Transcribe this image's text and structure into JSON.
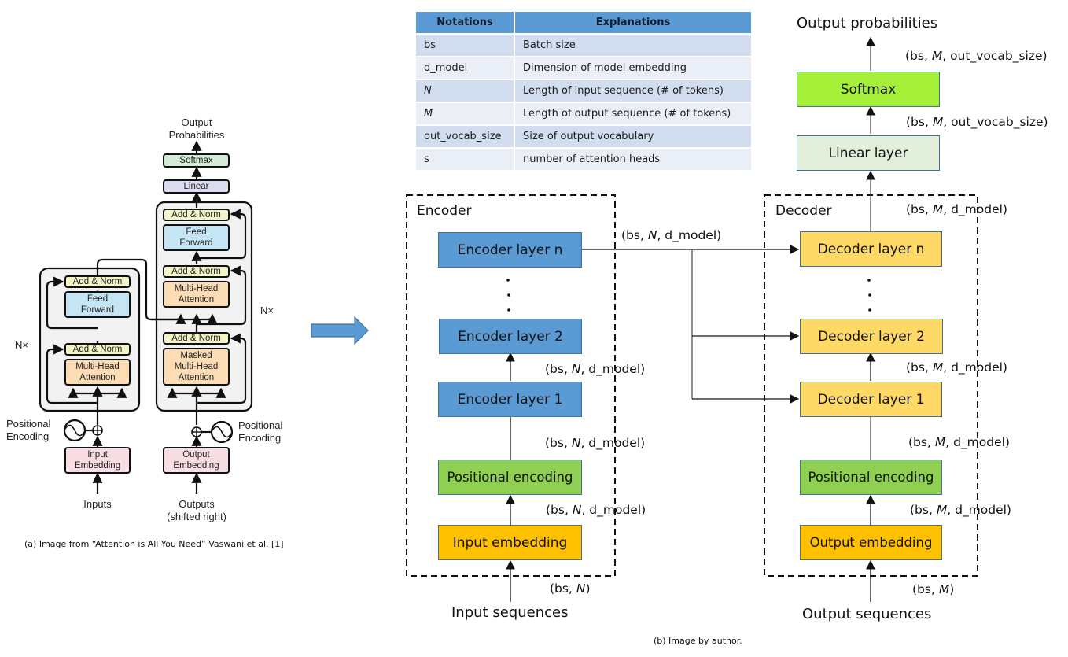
{
  "figure_a": {
    "caption": "(a) Image from “Attention is All You Need” Vaswani et al. [1]",
    "output_label_line1": "Output",
    "output_label_line2": "Probabilities",
    "softmax": "Softmax",
    "linear": "Linear",
    "add_norm": "Add & Norm",
    "feed_forward_line1": "Feed",
    "feed_forward_line2": "Forward",
    "multi_head_line1": "Multi-Head",
    "multi_head_line2": "Attention",
    "masked_line1": "Masked",
    "masked_line2": "Multi-Head",
    "masked_line3": "Attention",
    "nx": "N×",
    "positional_line1": "Positional",
    "positional_line2": "Encoding",
    "input_embedding_line1": "Input",
    "input_embedding_line2": "Embedding",
    "output_embedding_line1": "Output",
    "output_embedding_line2": "Embedding",
    "inputs": "Inputs",
    "outputs_line1": "Outputs",
    "outputs_line2": "(shifted right)",
    "colors": {
      "softmax": "#d4ebd6",
      "linear": "#dcdcf0",
      "add_norm": "#f3f5c8",
      "feed_forward": "#c5e5f5",
      "attention": "#fbdcb4",
      "embedding": "#f8dde2",
      "stack_bg": "#f2f2f2"
    }
  },
  "arrow_icon": "right-arrow",
  "notation_table": {
    "headers": [
      "Notations",
      "Explanations"
    ],
    "rows": [
      {
        "notation": "bs",
        "italic": false,
        "explanation": "Batch size"
      },
      {
        "notation": "d_model",
        "italic": false,
        "explanation": "Dimension of model embedding"
      },
      {
        "notation": "N",
        "italic": true,
        "explanation": "Length of input sequence (# of tokens)"
      },
      {
        "notation": "M",
        "italic": true,
        "explanation": "Length of output sequence (# of tokens)"
      },
      {
        "notation": "out_vocab_size",
        "italic": false,
        "explanation": "Size of output vocabulary"
      },
      {
        "notation": "s",
        "italic": false,
        "explanation": "number of attention heads"
      }
    ]
  },
  "figure_b": {
    "caption": "(b) Image by author.",
    "encoder_title": "Encoder",
    "decoder_title": "Decoder",
    "encoder_layers": [
      "Encoder layer n",
      "Encoder layer 2",
      "Encoder layer 1"
    ],
    "decoder_layers": [
      "Decoder layer n",
      "Decoder layer 2",
      "Decoder layer 1"
    ],
    "positional_encoding": "Positional encoding",
    "input_embedding": "Input embedding",
    "output_embedding": "Output embedding",
    "input_sequences": "Input sequences",
    "output_sequences": "Output sequences",
    "linear_layer": "Linear layer",
    "softmax": "Softmax",
    "output_probabilities": "Output probabilities",
    "shapes": {
      "prefix": "(bs, ",
      "N": "N",
      "M": "M",
      "sep": ", ",
      "d_model": "d_model)",
      "out_vocab": "out_vocab_size)",
      "close": ")"
    },
    "colors": {
      "encoder_layer": "#5b9bd5",
      "decoder_layer": "#ffd966",
      "positional": "#8fd052",
      "embedding": "#ffc000",
      "softmax": "#a6f03a",
      "linear": "#e2efda",
      "box_border": "#41719c",
      "arrow": "#5b9bd5"
    }
  }
}
